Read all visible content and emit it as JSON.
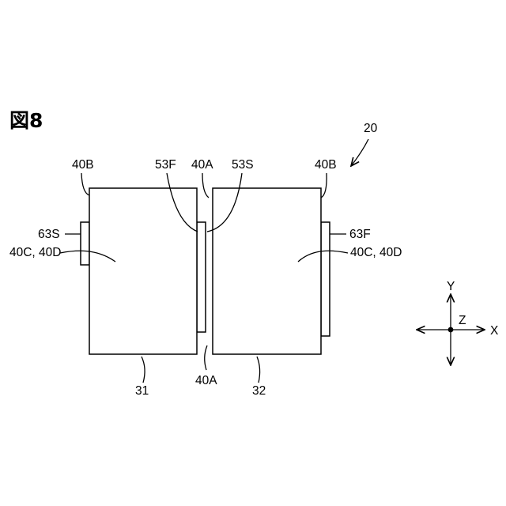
{
  "figure": {
    "title": "図8",
    "assembly_label": "20"
  },
  "labels": {
    "lbl_40b_left": "40B",
    "lbl_53f": "53F",
    "lbl_40a_top": "40A",
    "lbl_53s": "53S",
    "lbl_40b_right": "40B",
    "lbl_63s": "63S",
    "lbl_40cd_left": "40C, 40D",
    "lbl_63f": "63F",
    "lbl_40cd_right": "40C, 40D",
    "lbl_31": "31",
    "lbl_40a_bottom": "40A",
    "lbl_32": "32"
  },
  "axes": {
    "y": "Y",
    "z": "Z",
    "x": "X"
  }
}
